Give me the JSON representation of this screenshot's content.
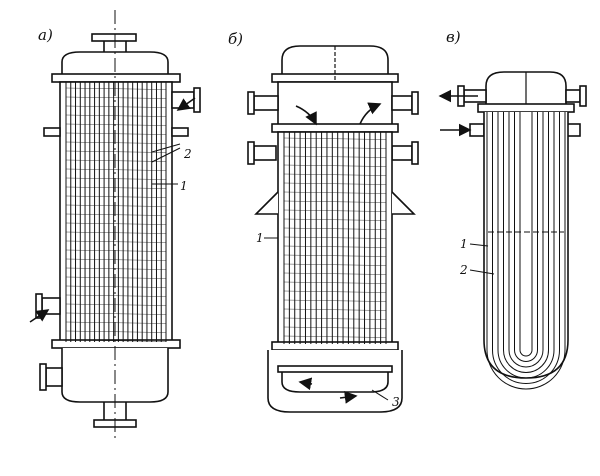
{
  "figure": {
    "panels": [
      {
        "id": "a",
        "label": "а)",
        "callouts": [
          "1",
          "2"
        ]
      },
      {
        "id": "b",
        "label": "б)",
        "callouts": [
          "1",
          "3"
        ]
      },
      {
        "id": "c",
        "label": "в)",
        "callouts": [
          "1",
          "2"
        ]
      }
    ]
  }
}
